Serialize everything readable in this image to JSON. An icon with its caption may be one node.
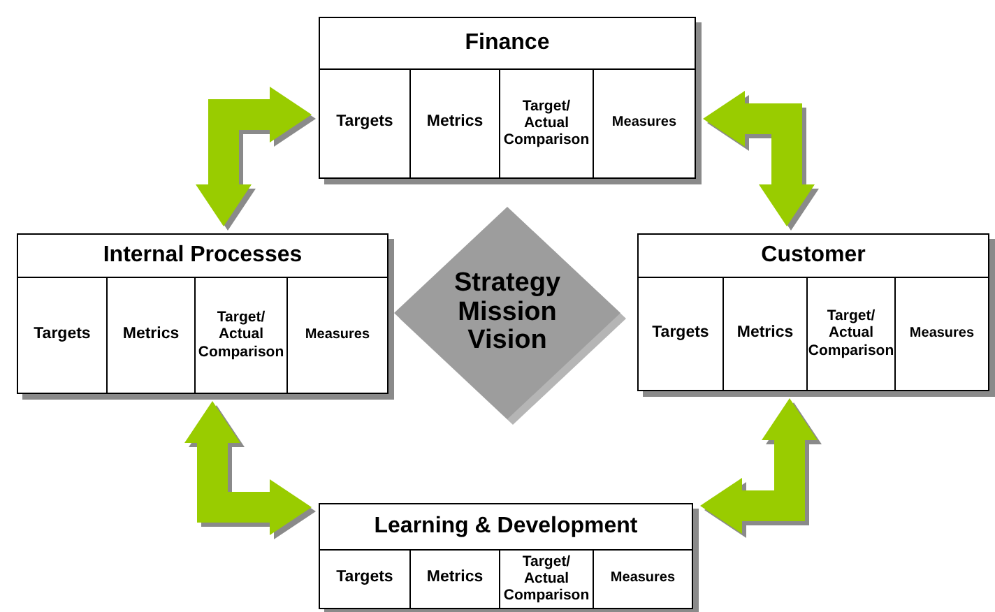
{
  "diagram": {
    "nodes": [
      {
        "text": [
          "Finance"
        ]
      },
      {
        "text": [
          "Targets"
        ],
        "in": 0
      },
      {
        "text": [
          "Metrics"
        ],
        "in": 0
      },
      {
        "text": [
          "Target/ Actual Comparison"
        ],
        "in": 0
      },
      {
        "text": [
          "Measures"
        ],
        "in": 0
      },
      {
        "text": [
          "Internal Processes"
        ]
      },
      {
        "text": [
          "Targets"
        ],
        "in": 5
      },
      {
        "text": [
          "Metrics"
        ],
        "in": 5
      },
      {
        "text": [
          "Target/ Actual Comparison"
        ],
        "in": 5
      },
      {
        "text": [
          "Measures"
        ],
        "in": 5
      },
      {
        "text": [
          "Strategy Mission Vision"
        ]
      },
      {
        "text": [
          "Customer"
        ]
      },
      {
        "text": [
          "Targets"
        ],
        "in": 11
      },
      {
        "text": [
          "Metrics"
        ],
        "in": 11
      },
      {
        "text": [
          "Target/ Actual Comparison"
        ],
        "in": 11
      },
      {
        "text": [
          "Measures"
        ],
        "in": 11
      },
      {
        "text": [
          "Learning & Development"
        ]
      },
      {
        "text": [
          "Targets"
        ],
        "in": 16
      },
      {
        "text": [
          "Metrics"
        ],
        "in": 16
      },
      {
        "text": [
          "Target/ Actual Comparison"
        ],
        "in": 16
      },
      {
        "text": [
          "Measures"
        ],
        "in": 16
      }
    ],
    "edges": [
      {
        "from": 5,
        "to": 0,
        "arrow": "both"
      },
      {
        "from": 0,
        "to": 11,
        "arrow": "both"
      },
      {
        "from": 5,
        "to": 16,
        "arrow": "both"
      },
      {
        "from": 11,
        "to": 16,
        "arrow": "both"
      }
    ]
  }
}
